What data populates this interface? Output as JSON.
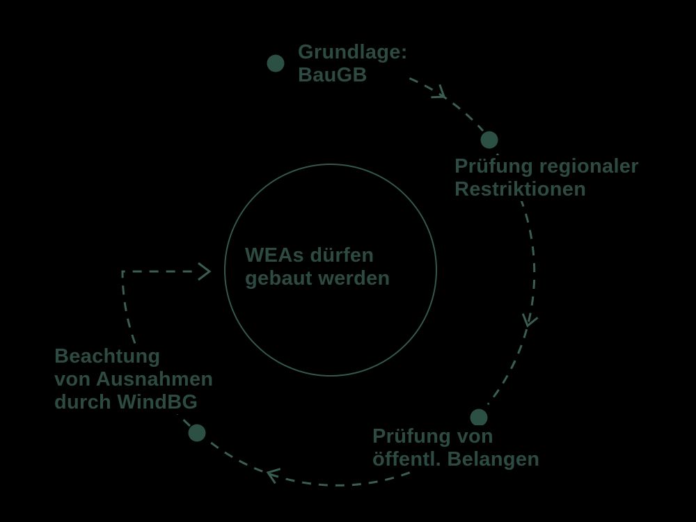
{
  "colors": {
    "bg": "#000000",
    "text": "#2d4b42",
    "line": "#3b5e53",
    "dot": "#2d5045",
    "circle": "#35584e"
  },
  "center": {
    "lines": [
      "WEAs dürfen",
      "gebaut werden"
    ]
  },
  "nodes": {
    "grundlage": {
      "lines": [
        "Grundlage:",
        "BauGB"
      ]
    },
    "regionale": {
      "lines": [
        "Prüfung regionaler",
        "Restriktionen"
      ]
    },
    "belange": {
      "lines": [
        "Prüfung von",
        "öffentl. Belangen"
      ]
    },
    "windbg": {
      "lines": [
        "Beachtung",
        "von Ausnahmen",
        "durch WindBG"
      ]
    }
  },
  "flow": {
    "direction": "clockwise",
    "order": [
      "Grundlage: BauGB",
      "Prüfung regionaler Restriktionen",
      "Prüfung von öffentl. Belangen",
      "Beachtung von Ausnahmen durch WindBG",
      "WEAs dürfen gebaut werden"
    ]
  }
}
